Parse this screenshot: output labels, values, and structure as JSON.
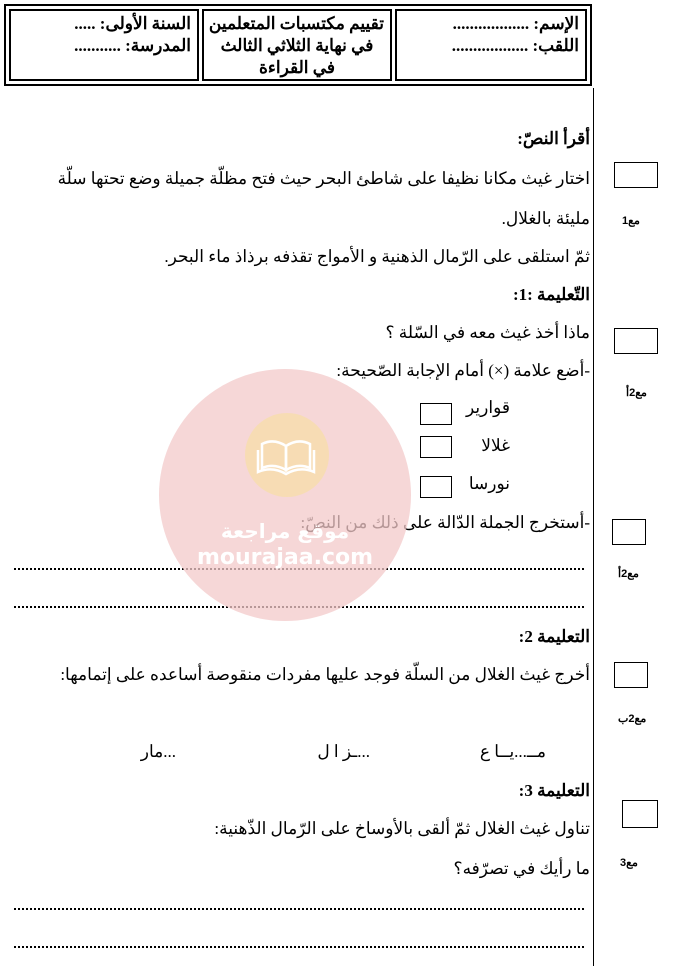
{
  "header": {
    "name_label": "الإسم: ..................",
    "surname_label": "اللقب: ..................",
    "title_line1": "تقييم مكتسبات المتعلمين",
    "title_line2": "في نهاية الثلاثي الثالث",
    "title_line3": "في القراءة",
    "year_label": "السنة الأولى: .....",
    "school_label": "المدرسة: ..........."
  },
  "reading": {
    "heading": "أقرأ النصّ:",
    "line1": "اختار غيث مكانا نظيفا على شاطئ البحر حيث فتح مظلّة جميلة وضع تحتها سلّة",
    "line2": "مليئة بالغلال.",
    "line3": "ثمّ استلقى على الرّمال الذهنية و الأمواج تقذفه برذاذ ماء البحر."
  },
  "task1": {
    "heading": "التّعليمة :1:",
    "question": "ماذا أخذ غيث معه في السّلة ؟",
    "instruction": "-أضع علامة (×) أمام الإجابة الصّحيحة:",
    "options": [
      "قوارير",
      "غلالا",
      "نورسا"
    ],
    "extract": "-أستخرج الجملة الدّالة على ذلك من النصّ:"
  },
  "task2": {
    "heading": "التعليمة 2:",
    "text": "أخرج غيث الغلال من السلّة فوجد عليها مفردات منقوصة أساعده على إتمامها:",
    "words": [
      "مــ...يــا ع",
      "...ـز ا ل",
      "...مار"
    ]
  },
  "task3": {
    "heading": "التعليمة 3:",
    "text": "تناول غيث الغلال ثمّ ألقى بالأوساخ على الرّمال الذّهنية:",
    "question": "ما رأيك في تصرّفه؟"
  },
  "scores": {
    "s1": "مع1",
    "s2": "مع2أ",
    "s3": "مع2أ",
    "s4": "مع2ب",
    "s5": "مع3"
  },
  "watermark": {
    "arabic": "موقع مراجعة",
    "latin": "mourajaa.com",
    "colors": {
      "circle": "#f3cfcf",
      "inner": "#f6dfb0",
      "text": "#ffffff"
    }
  }
}
